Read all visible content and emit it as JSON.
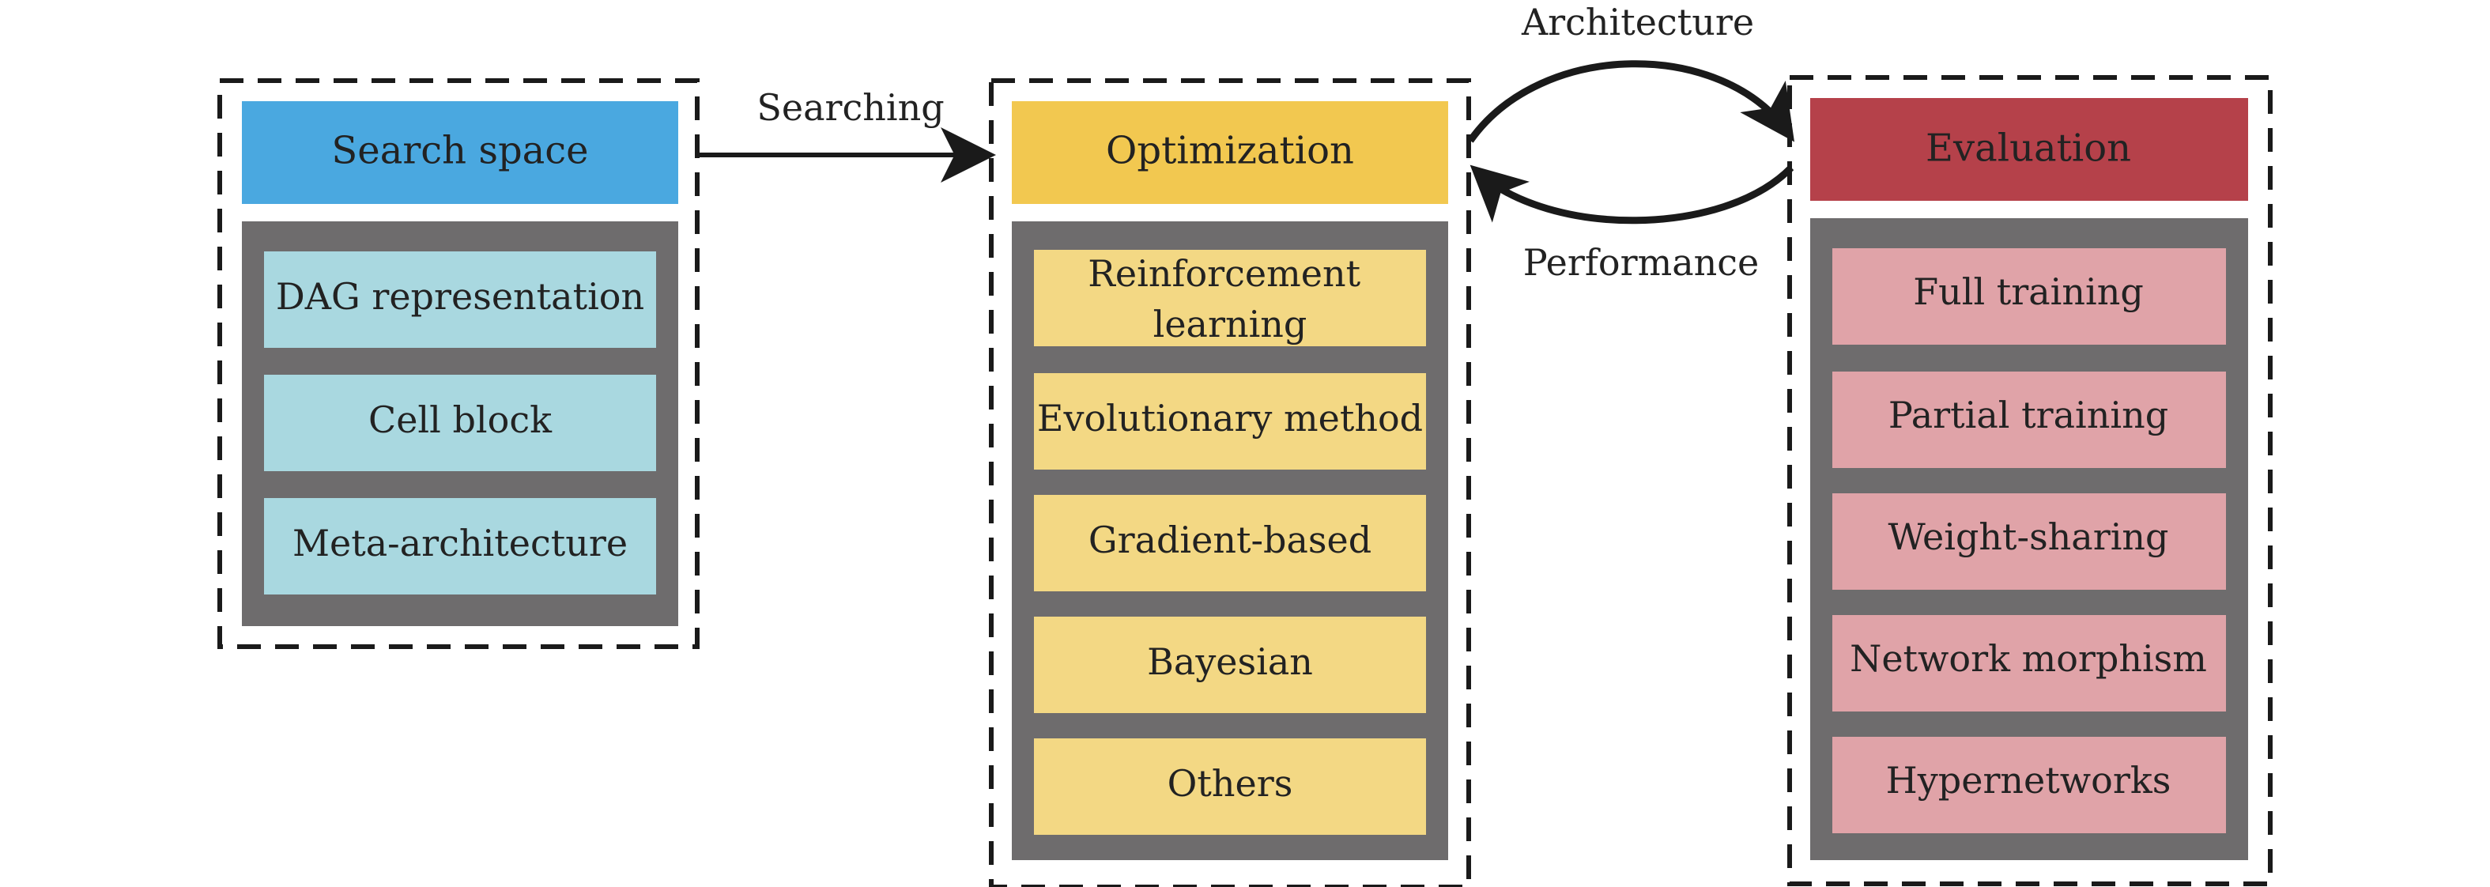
{
  "diagram": {
    "panels": [
      {
        "title": "Search space",
        "header_color": "#4AA8E0",
        "header_text_color": "#1F2D3A",
        "item_color": "#A9D8E0",
        "items": [
          "DAG representation",
          "Cell block",
          "Meta-architecture"
        ]
      },
      {
        "title": "Optimization",
        "header_color": "#F2C850",
        "header_text_color": "#2A2A2A",
        "item_color": "#F3D884",
        "items": [
          [
            "Reinforcement",
            "learning"
          ],
          "Evolutionary method",
          "Gradient-based",
          "Bayesian",
          "Others"
        ]
      },
      {
        "title": "Evaluation",
        "header_color": "#B5414A",
        "header_text_color": "#FFFFFF",
        "item_color": "#E0A3A8",
        "items": [
          "Full training",
          "Partial training",
          "Weight-sharing",
          "Network morphism",
          "Hypernetworks"
        ]
      }
    ],
    "edges": {
      "searching": "Searching",
      "architecture": "Architecture",
      "performance": "Performance"
    },
    "colors": {
      "inner_frame": "#6E6C6D",
      "dashed_border": "#1A1A1A",
      "arrow": "#1A1A1A"
    }
  }
}
